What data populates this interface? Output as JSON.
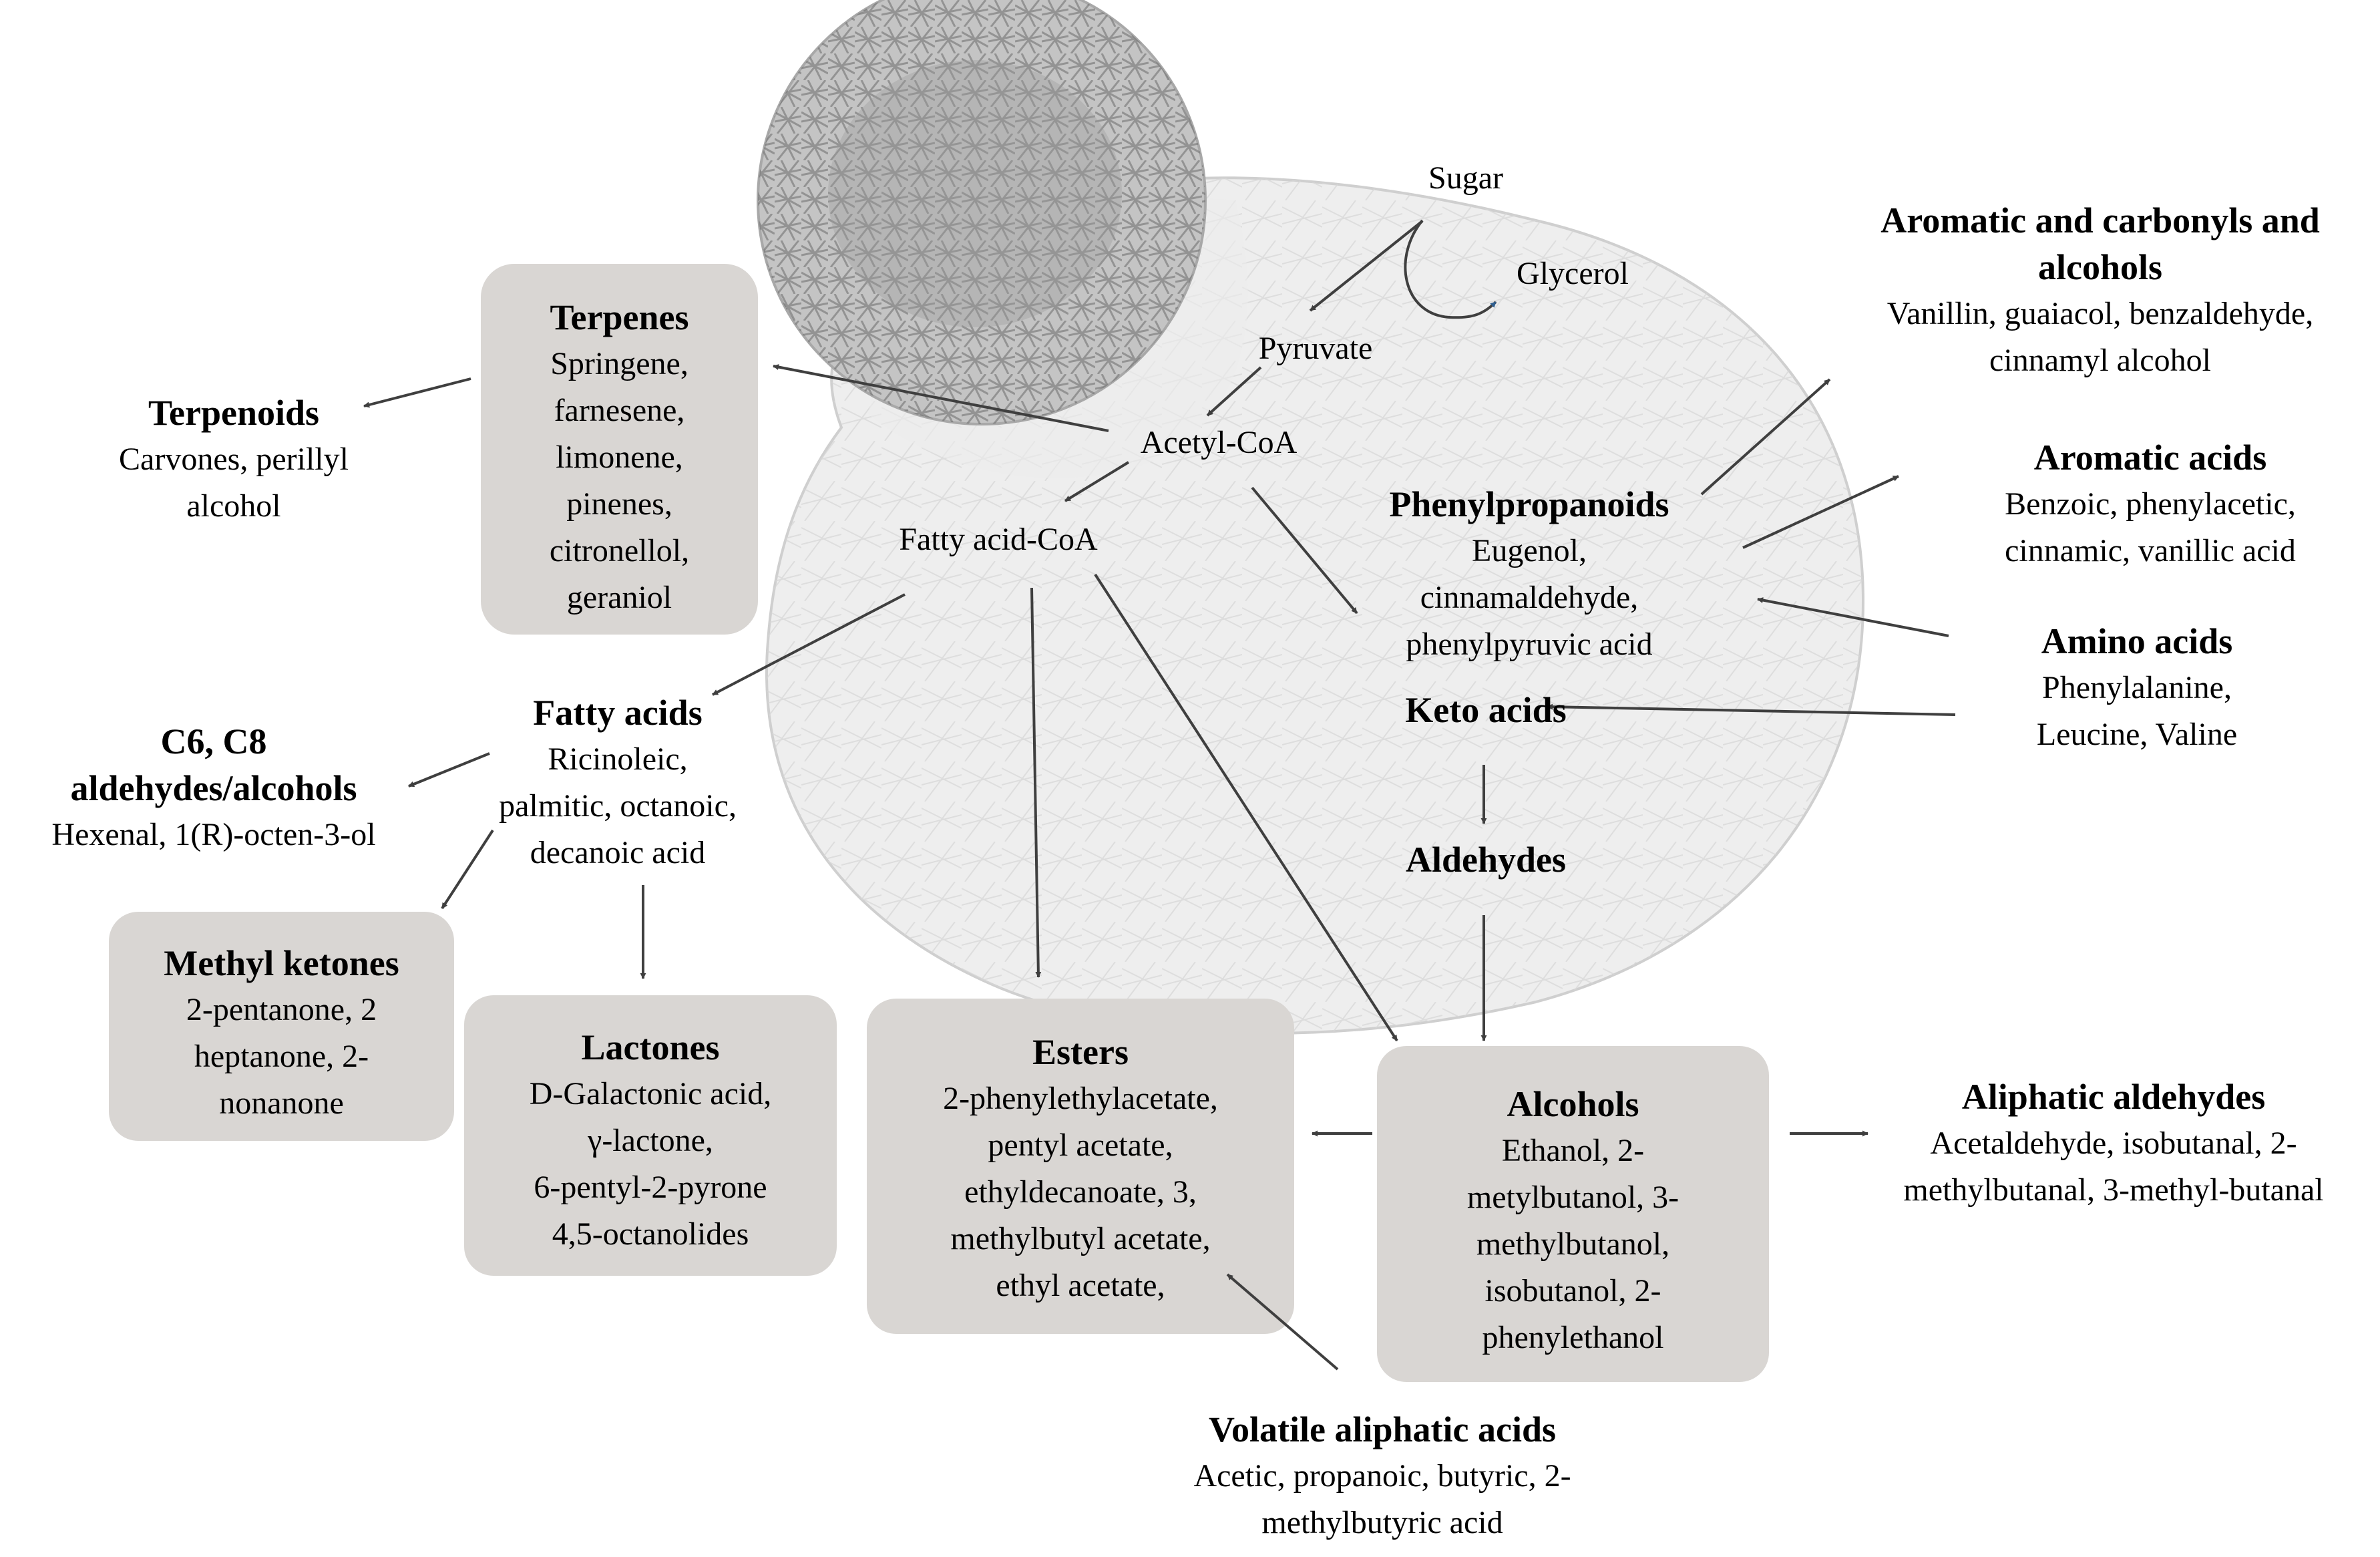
{
  "colors": {
    "box_fill": "#d9d6d3",
    "arrow": "#3f3f3f",
    "glycerol_arrow": "#2f5f8f",
    "cell_fill": "#eeeeee",
    "cell_bud": "#b9b9b9"
  },
  "center": {
    "sugar": "Sugar",
    "glycerol": "Glycerol",
    "pyruvate": "Pyruvate",
    "acetyl_coa": "Acetyl-CoA",
    "fatty_acid_coa": "Fatty acid-CoA"
  },
  "nodes": {
    "terpenes": {
      "title": "Terpenes",
      "lines": [
        "Springene,",
        "farnesene,",
        "limonene,",
        "pinenes,",
        "citronellol,",
        "geraniol"
      ]
    },
    "terpenoids": {
      "title": "Terpenoids",
      "lines": [
        "Carvones,  perillyl",
        "alcohol"
      ]
    },
    "fatty_acids": {
      "title": "Fatty acids",
      "lines": [
        "Ricinoleic,",
        "palmitic,  octanoic,",
        "decanoic  acid"
      ]
    },
    "c6c8": {
      "title_lines": [
        "C6, C8",
        "aldehydes/alcohols"
      ],
      "lines": [
        "Hexenal,  1(R)-octen-3-ol"
      ]
    },
    "methyl_ketones": {
      "title": "Methyl ketones",
      "lines": [
        "2-pentanone,  2",
        "heptanone,  2-",
        "nonanone"
      ]
    },
    "lactones": {
      "title": "Lactones",
      "lines": [
        "D-Galactonic acid,",
        "γ-lactone,",
        "6-pentyl-2-pyrone",
        "4,5-octanolides"
      ]
    },
    "esters": {
      "title": "Esters",
      "lines": [
        "2-phenylethylacetate,",
        "pentyl acetate,",
        "ethyldecanoate,  3,",
        "methylbutyl acetate,",
        "ethyl acetate,"
      ]
    },
    "alcohols": {
      "title": "Alcohols",
      "lines": [
        "Ethanol,  2-",
        "metylbutanol,  3-",
        "methylbutanol,",
        "isobutanol,  2-",
        "phenylethanol"
      ]
    },
    "volatile_acids": {
      "title": "Volatile aliphatic acids",
      "lines": [
        "Acetic,  propanoic,  butyric,  2-",
        "methylbutyric acid"
      ]
    },
    "aliphatic_aldehydes": {
      "title": "Aliphatic aldehydes",
      "lines": [
        "Acetaldehyde,  isobutanal,  2-",
        "methylbutanal,  3-methyl-butanal"
      ]
    },
    "phenylpropanoids": {
      "title": "Phenylpropanoids",
      "lines": [
        "Eugenol,",
        "cinnamaldehyde,",
        "phenylpyruvic  acid"
      ]
    },
    "aromatic_carbonyls": {
      "title_lines": [
        "Aromatic and carbonyls and",
        "alcohols"
      ],
      "lines": [
        "Vanillin,  guaiacol,  benzaldehyde,",
        "cinnamyl  alcohol"
      ]
    },
    "aromatic_acids": {
      "title": "Aromatic acids",
      "lines": [
        "Benzoic,  phenylacetic,",
        "cinnamic,  vanillic acid"
      ]
    },
    "amino_acids": {
      "title": "Amino acids",
      "lines": [
        "Phenylalanine,",
        "Leucine,  Valine"
      ]
    },
    "keto_acids": {
      "title": "Keto acids"
    },
    "aldehydes": {
      "title": "Aldehydes"
    }
  }
}
